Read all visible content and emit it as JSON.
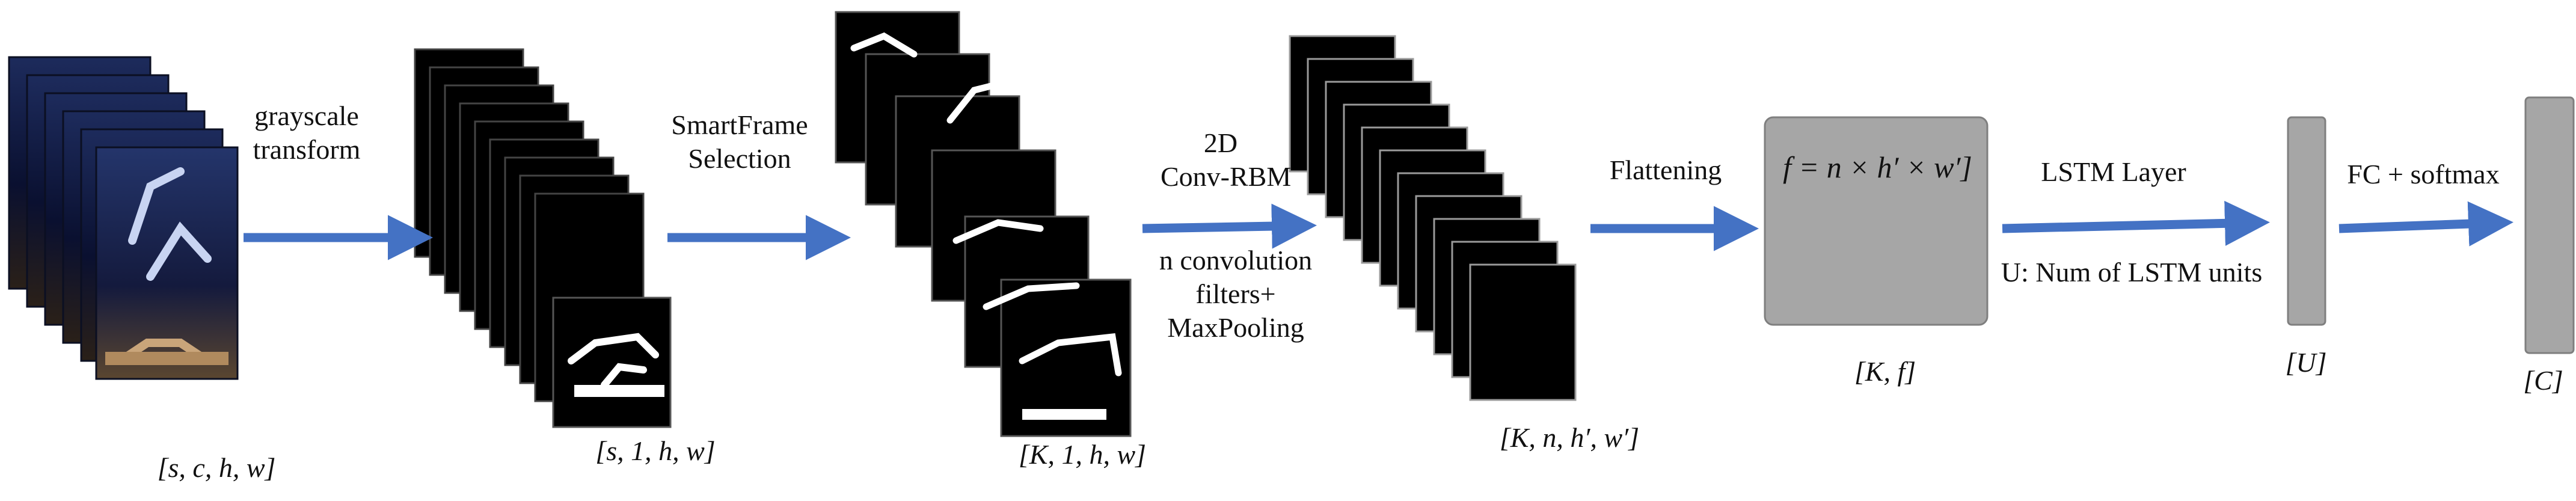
{
  "arrows": {
    "grayscale": [
      "grayscale",
      "transform"
    ],
    "smartframe": [
      "SmartFrame",
      "Selection"
    ],
    "conv_rbm_top": [
      "2D",
      "Conv-RBM"
    ],
    "conv_rbm_bottom": [
      "n convolution",
      "filters+",
      "MaxPooling"
    ],
    "flattening": "Flattening",
    "lstm_top": "LSTM Layer",
    "lstm_bottom": "U: Num of LSTM units",
    "fc": "FC + softmax"
  },
  "shapes": {
    "input": "[s, c, h, w]",
    "gray": "[s, 1, h, w]",
    "smart": "[K, 1, h, w]",
    "conv": "[K, n, h′, w′]",
    "flat": "[K, f]",
    "lstm": "[U]",
    "output": "[C]"
  },
  "flatten_box": "f = n × h′ × w′]",
  "colors": {
    "arrow": "#4472c4",
    "box_fill": "#a6a6a6",
    "box_stroke": "#7f7f7f",
    "frame_fill": "#000000"
  }
}
